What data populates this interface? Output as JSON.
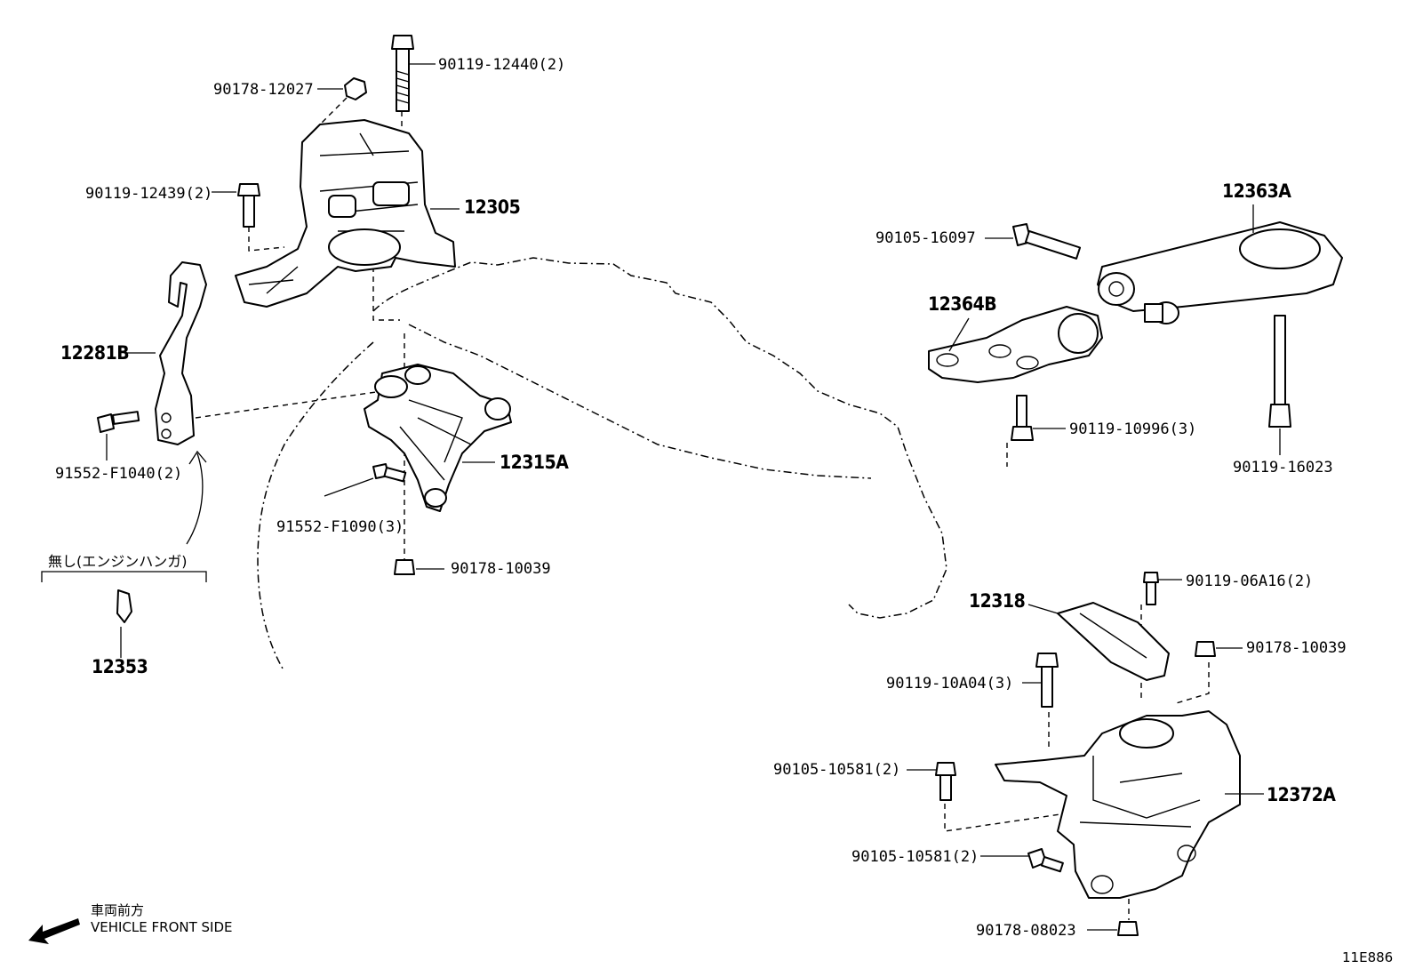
{
  "labels": {
    "p90119_12440": "90119-12440(2)",
    "p90178_12027": "90178-12027",
    "p90119_12439": "90119-12439(2)",
    "p12305": "12305",
    "p12281B": "12281B",
    "p91552_F1040": "91552-F1040(2)",
    "p12315A": "12315A",
    "p91552_F1090": "91552-F1090(3)",
    "p90178_10039a": "90178-10039",
    "note_none": "無し(エンジンハンガ)",
    "p12353": "12353",
    "p12363A": "12363A",
    "p90105_16097": "90105-16097",
    "p12364B": "12364B",
    "p90119_10996": "90119-10996(3)",
    "p90119_16023": "90119-16023",
    "p90119_06A16": "90119-06A16(2)",
    "p12318": "12318",
    "p90178_10039b": "90178-10039",
    "p90119_10A04": "90119-10A04(3)",
    "p90105_10581a": "90105-10581(2)",
    "p12372A": "12372A",
    "p90105_10581b": "90105-10581(2)",
    "p90178_08023": "90178-08023"
  },
  "front": {
    "jp": "車両前方",
    "en": "VEHICLE FRONT SIDE"
  },
  "code": "11E886"
}
